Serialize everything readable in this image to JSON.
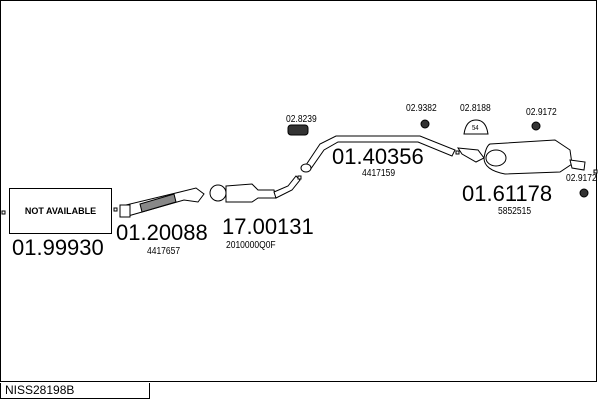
{
  "diagram_code": "NISS28198B",
  "not_available_text": "NOT AVAILABLE",
  "parts": [
    {
      "number": "01.99930",
      "ref": ""
    },
    {
      "number": "01.20088",
      "ref": "4417657"
    },
    {
      "number": "17.00131",
      "ref": "2010000Q0F"
    },
    {
      "number": "01.40356",
      "ref": "4417159"
    },
    {
      "number": "01.61178",
      "ref": "5852515"
    }
  ],
  "fittings": [
    "02.8239",
    "02.9382",
    "02.8188",
    "02.9172",
    "02.9172"
  ],
  "fitting_badge": "54"
}
